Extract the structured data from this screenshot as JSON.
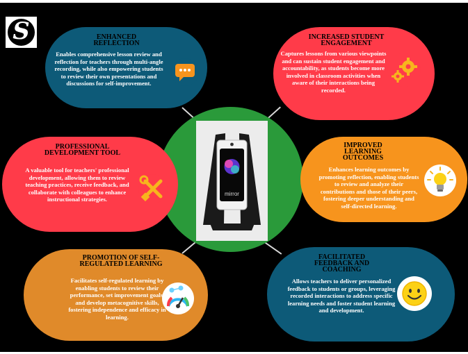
{
  "logo": {
    "letter": "S",
    "icon": "s-logo-icon"
  },
  "center": {
    "device_label": "mirror",
    "colors": {
      "circle": "#2a9a3a",
      "panel": "#ececec"
    }
  },
  "cards": [
    {
      "id": "enhanced-reflection",
      "title": "ENHANCED REFLECTION",
      "body": "Enables comprehensive lesson review and reflection for teachers through multi-angle recording, while also empowering students to review their own presentations and discussions for self-improvement.",
      "color": "#0d5a78",
      "title_color": "#000000",
      "icon": "chat-bubble-icon"
    },
    {
      "id": "increased-student-engagement",
      "title": "INCREASED STUDENT ENGAGEMENT",
      "body": "Captures lessons from various viewpoints and can sustain student engagement and accountability, as students become more involved in classroom activities when aware of their interactions being recorded.",
      "color": "#ff3b49",
      "title_color": "#000000",
      "icon": "gears-icon"
    },
    {
      "id": "professional-development-tool",
      "title": "PROFESSIONAL DEVELOPMENT TOOL",
      "body": "A valuable tool for teachers' professional development, allowing them to review teaching practices, receive feedback, and collaborate with colleagues to enhance instructional strategies.",
      "color": "#ff3b49",
      "title_color": "#000000",
      "icon": "tools-icon"
    },
    {
      "id": "improved-learning-outcomes",
      "title": "IMPROVED LEARNING OUTCOMES",
      "body": "Enhances learning outcomes by promoting reflection, enabling students to review and analyze their contributions and those of their peers, fostering deeper understanding and self-directed learning.",
      "color": "#f7941d",
      "title_color": "#000000",
      "icon": "lightbulb-icon"
    },
    {
      "id": "promotion-of-self-regulated-learning",
      "title": "PROMOTION OF SELF-REGULATED LEARNING",
      "body": "Facilitates self-regulated learning by enabling students to review their performance, set improvement goals, and develop metacognitive skills, fostering independence and efficacy in learning.",
      "color": "#e08a2a",
      "title_color": "#000000",
      "icon": "gauge-icon"
    },
    {
      "id": "facilitated-feedback-and-coaching",
      "title": "FACILITATED FEEDBACK AND COACHING",
      "body": "Allows teachers to deliver personalized feedback to students or groups, leveraging recorded interactions to address specific learning needs and foster student learning and development.",
      "color": "#0d5a78",
      "title_color": "#000000",
      "icon": "smiley-icon"
    }
  ]
}
